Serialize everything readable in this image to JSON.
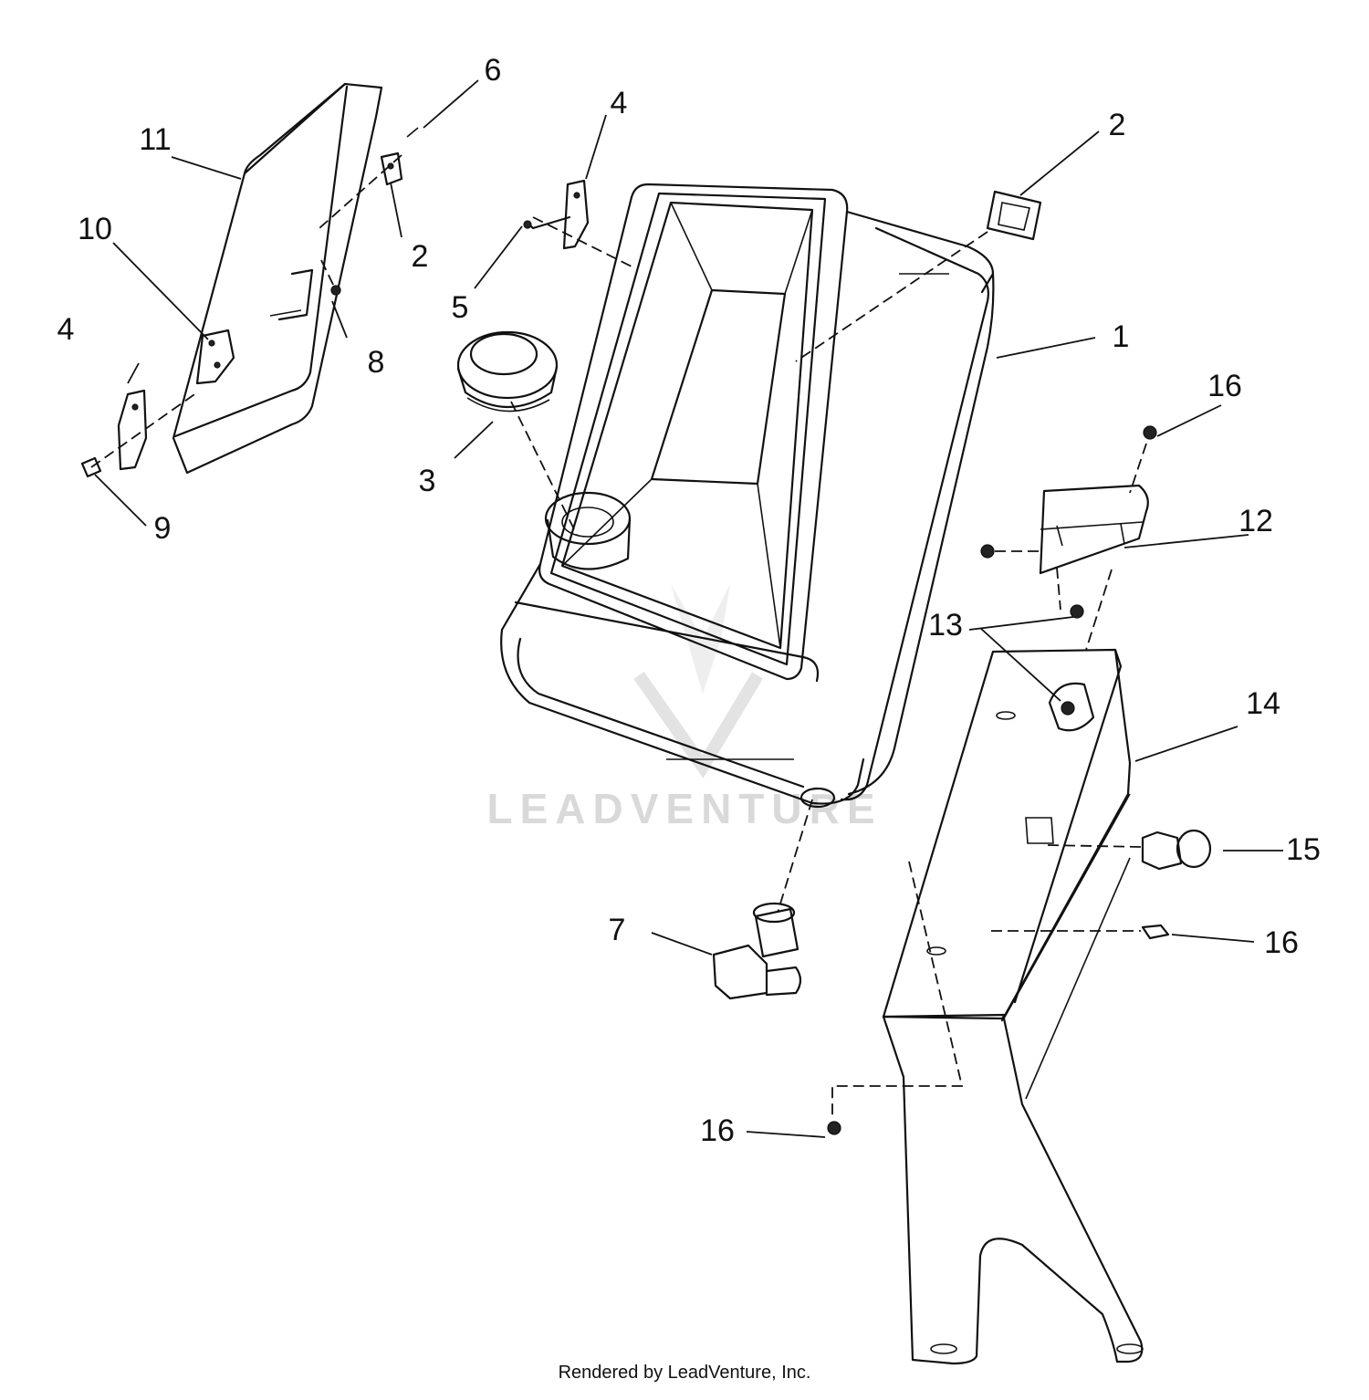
{
  "diagram": {
    "callouts": [
      {
        "id": "c1",
        "label": "1"
      },
      {
        "id": "c2a",
        "label": "2"
      },
      {
        "id": "c2b",
        "label": "2"
      },
      {
        "id": "c3",
        "label": "3"
      },
      {
        "id": "c4a",
        "label": "4"
      },
      {
        "id": "c4b",
        "label": "4"
      },
      {
        "id": "c5",
        "label": "5"
      },
      {
        "id": "c6",
        "label": "6"
      },
      {
        "id": "c7",
        "label": "7"
      },
      {
        "id": "c8",
        "label": "8"
      },
      {
        "id": "c9",
        "label": "9"
      },
      {
        "id": "c10",
        "label": "10"
      },
      {
        "id": "c11",
        "label": "11"
      },
      {
        "id": "c12",
        "label": "12"
      },
      {
        "id": "c13",
        "label": "13"
      },
      {
        "id": "c14",
        "label": "14"
      },
      {
        "id": "c15",
        "label": "15"
      },
      {
        "id": "c16a",
        "label": "16"
      },
      {
        "id": "c16b",
        "label": "16"
      },
      {
        "id": "c16c",
        "label": "16"
      }
    ],
    "watermark": "LEADVENTURE",
    "footer": "Rendered by LeadVenture, Inc."
  }
}
